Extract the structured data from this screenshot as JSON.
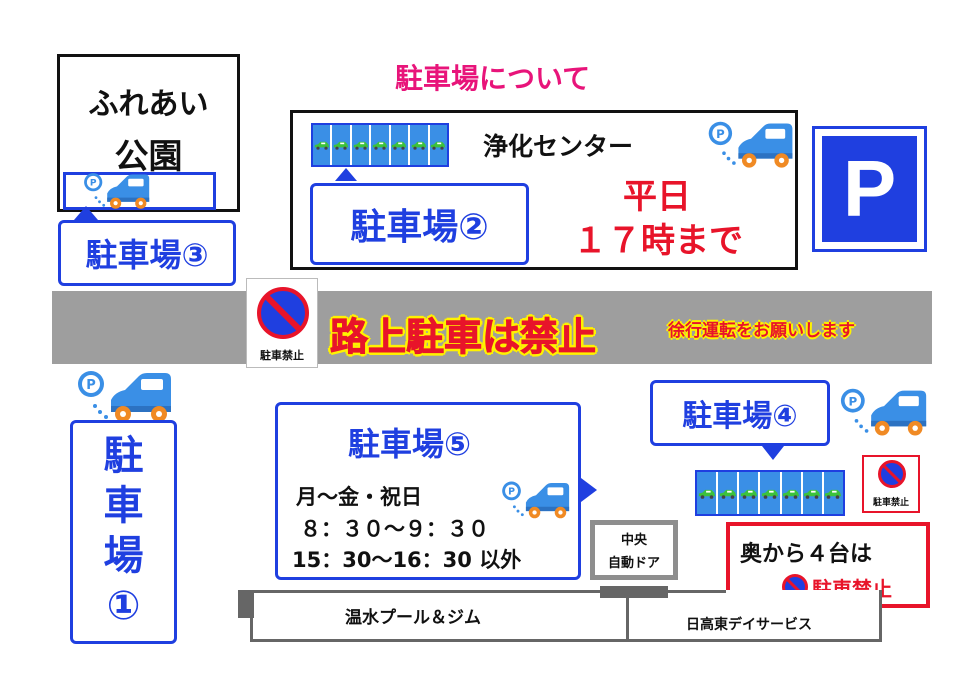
{
  "title": "駐車場について",
  "park": {
    "line1": "ふれあい",
    "line2": "公園"
  },
  "lot1": {
    "c1": "駐",
    "c2": "車",
    "c3": "場",
    "c4": "①"
  },
  "lot2": {
    "label": "駐車場②",
    "facility": "浄化センター",
    "hours_l1": "平日",
    "hours_l2": "１７時まで"
  },
  "lot3": {
    "label": "駐車場③"
  },
  "lot4": {
    "label": "駐車場④",
    "note_l1": "奥から４台は",
    "note_l2": "駐車禁止"
  },
  "lot5": {
    "label": "駐車場⑤",
    "l1": "月～金・祝日",
    "l2": "８：３０～９：３０",
    "l3": "15：30～16：30 以外"
  },
  "road": {
    "sign_text": "駐車禁止",
    "banner": "路上駐車は禁止",
    "slow": "徐行運転をお願いします"
  },
  "small_sign": {
    "text": "駐車禁止"
  },
  "parking_sign": {
    "letter": "P"
  },
  "door": {
    "l1": "中央",
    "l2": "自動ドア"
  },
  "pool": "温水プール＆ジム",
  "service": "日高東デイサービス",
  "colors": {
    "blue": "#1f3fe0",
    "red": "#e8142a",
    "road": "#9e9e9e",
    "car": "#3a8fe6",
    "wheel": "#f08a24",
    "banner": "#fff200"
  }
}
